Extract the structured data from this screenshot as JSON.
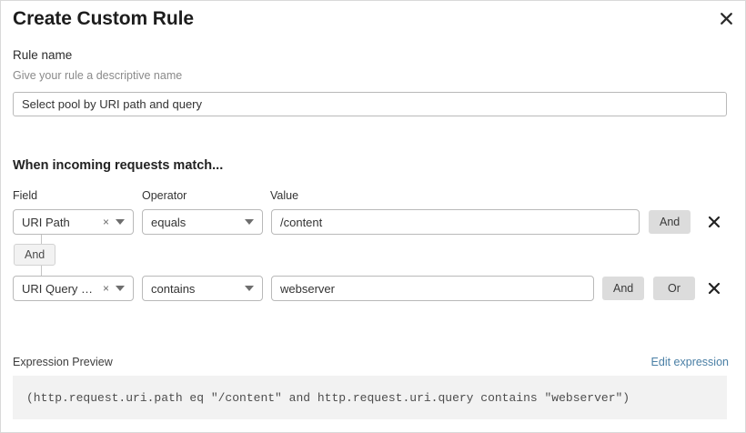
{
  "dialog": {
    "title": "Create Custom Rule",
    "close_icon": "close-icon"
  },
  "rule_name": {
    "label": "Rule name",
    "description": "Give your rule a descriptive name",
    "value": "Select pool by URI path and query",
    "placeholder": "Select pool by URI path and query"
  },
  "conditions": {
    "heading": "When incoming requests match...",
    "columns": {
      "field": "Field",
      "operator": "Operator",
      "value": "Value"
    },
    "connector_chip": "And",
    "rows": [
      {
        "field": "URI Path",
        "operator": "equals",
        "value": "/content",
        "clear_icon": "×",
        "buttons": [
          "And"
        ],
        "delete_icon": "close-icon"
      },
      {
        "field": "URI Query St...",
        "operator": "contains",
        "value": "webserver",
        "clear_icon": "×",
        "buttons": [
          "And",
          "Or"
        ],
        "delete_icon": "close-icon"
      }
    ]
  },
  "expression": {
    "label": "Expression Preview",
    "edit_link": "Edit expression",
    "code": "(http.request.uri.path eq \"/content\" and http.request.uri.query contains \"webserver\")"
  },
  "colors": {
    "link": "#4a7fa5",
    "button_bg": "#dcdcdc",
    "code_bg": "#f2f2f2",
    "border": "#b9b9b9"
  }
}
